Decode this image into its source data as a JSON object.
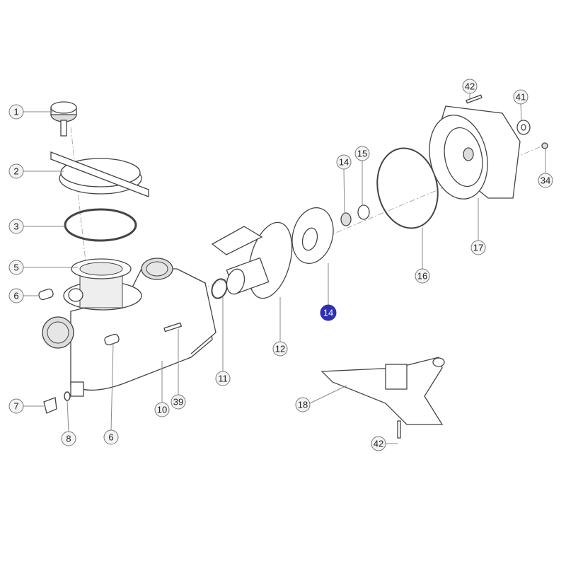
{
  "title": "Pump exploded parts diagram",
  "highlight_color": "#2f2fb5",
  "callouts": {
    "c1": "1",
    "c2": "2",
    "c3": "3",
    "c5": "5",
    "c6a": "6",
    "c6b": "6",
    "c7": "7",
    "c8": "8",
    "c10": "10",
    "c39": "39",
    "c11": "11",
    "c12": "12",
    "c14_selected": "14",
    "c14": "14",
    "c15": "15",
    "c16": "16",
    "c17": "17",
    "c41": "41",
    "c42a": "42",
    "c34": "34",
    "c18": "18",
    "c42b": "42"
  },
  "selected_part": "14"
}
